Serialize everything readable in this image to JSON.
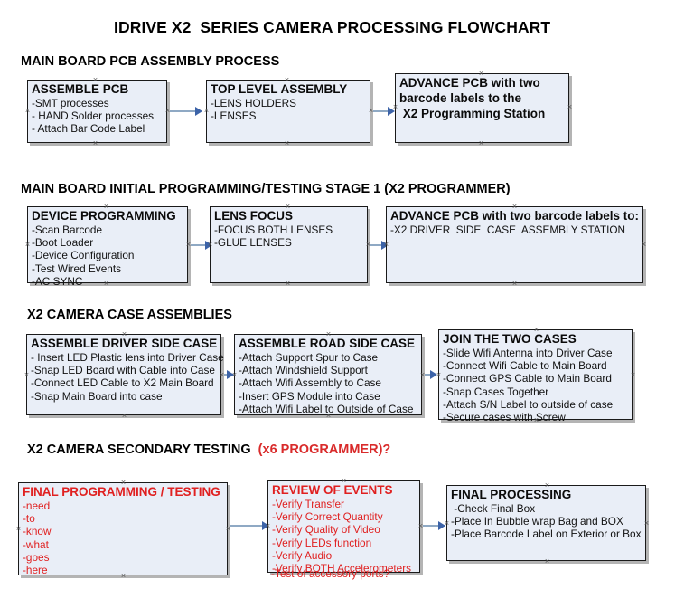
{
  "document": {
    "title": "IDRIVE X2  SERIES CAMERA PROCESSING FLOWCHART",
    "colors": {
      "node_fill": "#e9eef7",
      "node_border": "#1a1a1a",
      "connector": "#8fa9c4",
      "arrow": "#3c63a8",
      "red_text": "#e02020",
      "accent_red": "#d92b2b"
    }
  },
  "sections": [
    {
      "heading": "MAIN BOARD PCB ASSEMBLY PROCESS",
      "heading_accent": "",
      "nodes": [
        {
          "title": "ASSEMBLE PCB",
          "lines": [
            "-SMT processes",
            "- HAND Solder processes",
            "- Attach Bar Code Label"
          ]
        },
        {
          "title": "TOP LEVEL ASSEMBLY",
          "lines": [
            "-LENS HOLDERS",
            "-LENSES"
          ]
        },
        {
          "title": "ADVANCE PCB with two",
          "lines": [
            "barcode labels to the",
            " X2 Programming Station"
          ]
        }
      ]
    },
    {
      "heading": "MAIN BOARD INITIAL PROGRAMMING/TESTING STAGE 1 (X2 PROGRAMMER)",
      "heading_accent": "",
      "nodes": [
        {
          "title": "DEVICE PROGRAMMING",
          "lines": [
            "-Scan Barcode",
            "-Boot Loader",
            "-Device Configuration",
            "-Test Wired Events",
            "-AC SYNC"
          ]
        },
        {
          "title": "LENS FOCUS",
          "lines": [
            "-FOCUS BOTH LENSES",
            "-GLUE LENSES"
          ]
        },
        {
          "title": "ADVANCE PCB with two barcode labels to:",
          "lines": [
            "-X2 DRIVER  SIDE  CASE  ASSEMBLY STATION"
          ]
        }
      ]
    },
    {
      "heading": "X2 CAMERA CASE ASSEMBLIES",
      "heading_accent": "",
      "nodes": [
        {
          "title": "ASSEMBLE DRIVER SIDE CASE",
          "lines": [
            "- Insert LED Plastic lens into Driver Case",
            "-Snap LED Board with Cable into Case",
            "-Connect LED Cable to X2 Main Board",
            "-Snap Main Board into case"
          ]
        },
        {
          "title": "ASSEMBLE ROAD SIDE CASE",
          "lines": [
            "-Attach Support Spur to Case",
            "-Attach Windshield Support",
            "-Attach Wifi Assembly to Case",
            "-Insert GPS Module into Case",
            "-Attach Wifi Label to Outside of Case"
          ]
        },
        {
          "title": "JOIN THE TWO CASES",
          "lines": [
            "-Slide Wifi Antenna into Driver Case",
            "-Connect Wifi Cable to Main Board",
            "-Connect GPS Cable to Main Board",
            "-Snap Cases Together",
            "-Attach S/N Label to outside of case",
            "-Secure cases with Screw"
          ]
        }
      ]
    },
    {
      "heading": "X2 CAMERA SECONDARY TESTING  ",
      "heading_accent": "(x6 PROGRAMMER)?",
      "nodes": [
        {
          "title": "FINAL PROGRAMMING / TESTING",
          "lines": [
            "-need",
            "-to",
            "-know",
            "-what",
            "-goes",
            "-here"
          ]
        },
        {
          "title": "REVIEW OF EVENTS",
          "lines": [
            "-Verify Transfer",
            "-Verify Correct Quantity",
            "-Verify Quality of Video",
            "-Verify LEDs function",
            "-Verify Audio",
            "-Verify BOTH Accelerometers"
          ],
          "overflow_line": "-Test of accessory ports?"
        },
        {
          "title": "FINAL PROCESSING",
          "lines": [
            " -Check Final Box",
            "-Place In Bubble wrap Bag and BOX",
            "-Place Barcode Label on Exterior or Box"
          ]
        }
      ]
    }
  ]
}
